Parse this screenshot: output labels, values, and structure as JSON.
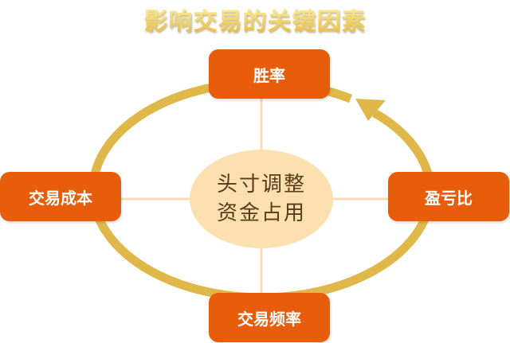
{
  "title": "影响交易的关键因素",
  "nodes": {
    "top": "胜率",
    "left": "交易成本",
    "right": "盈亏比",
    "bottom": "交易频率"
  },
  "center": {
    "line1": "头寸调整",
    "line2": "资金占用"
  },
  "colors": {
    "box": "#e85d0c",
    "ring": "#e0b84a",
    "center": "#fde0b0"
  }
}
